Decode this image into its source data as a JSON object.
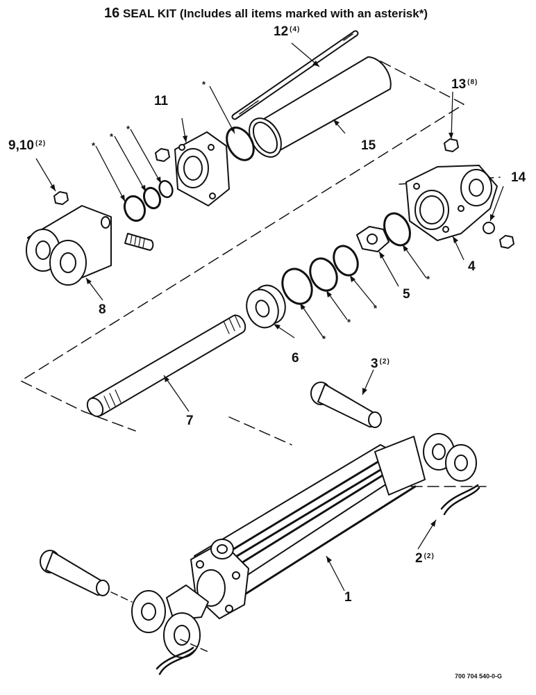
{
  "title": {
    "number": "16",
    "text": "SEAL KIT (Includes all items marked with an asterisk*)"
  },
  "callouts": [
    {
      "id": "1",
      "label": "1",
      "qty": ""
    },
    {
      "id": "2",
      "label": "2",
      "qty": "(2)"
    },
    {
      "id": "3",
      "label": "3",
      "qty": "(2)"
    },
    {
      "id": "4",
      "label": "4",
      "qty": ""
    },
    {
      "id": "5",
      "label": "5",
      "qty": ""
    },
    {
      "id": "6",
      "label": "6",
      "qty": ""
    },
    {
      "id": "7",
      "label": "7",
      "qty": ""
    },
    {
      "id": "8",
      "label": "8",
      "qty": ""
    },
    {
      "id": "9-10",
      "label": "9,10",
      "qty": "(2)"
    },
    {
      "id": "11",
      "label": "11",
      "qty": ""
    },
    {
      "id": "12",
      "label": "12",
      "qty": "(4)"
    },
    {
      "id": "13",
      "label": "13",
      "qty": "(8)"
    },
    {
      "id": "14",
      "label": "14",
      "qty": ""
    },
    {
      "id": "15",
      "label": "15",
      "qty": ""
    }
  ],
  "asterisk": "*",
  "drawing_code": "700 704 540-0-G",
  "colors": {
    "ink": "#111111",
    "paper": "#ffffff"
  }
}
